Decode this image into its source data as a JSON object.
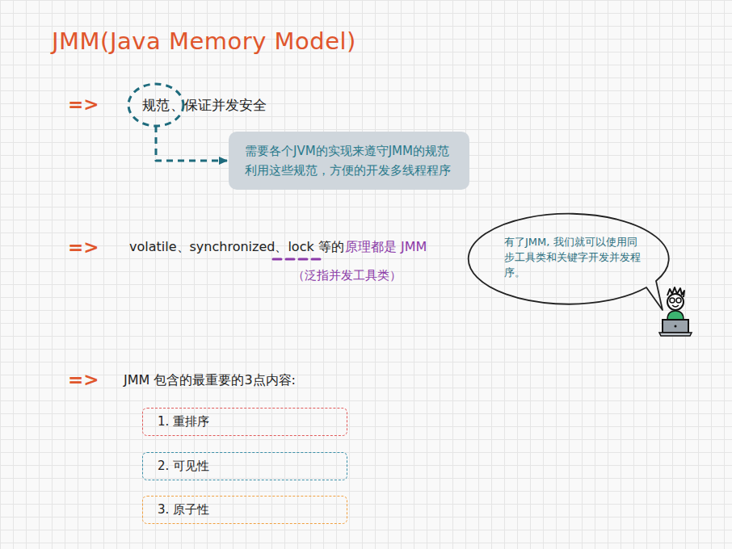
{
  "diagram": {
    "title": "JMM(Java Memory Model)",
    "nodes": [
      {
        "text": [
          "规范"
        ]
      },
      {
        "text": [
          "需要各个JVM的实现来遵守JMM的规范 利用这些规范，方便的开发多线程程序"
        ]
      },
      {
        "text": [
          "有了JMM, 我们就可以使用同步工具类和关键字开发并发程序。"
        ]
      },
      {
        "text": [
          "1. 重排序"
        ]
      },
      {
        "text": [
          "2. 可见性"
        ]
      },
      {
        "text": [
          "3. 原子性"
        ]
      }
    ],
    "edges": [
      {
        "from": 0,
        "to": 1,
        "arrow": "to"
      }
    ],
    "labels": [
      "=>",
      "、保证并发安全",
      "=>",
      "volatile、synchronized、lock 等的",
      "原理都是 JMM",
      "（泛指并发工具类）",
      "=>",
      "JMM 包含的最重要的3点内容:"
    ]
  }
}
